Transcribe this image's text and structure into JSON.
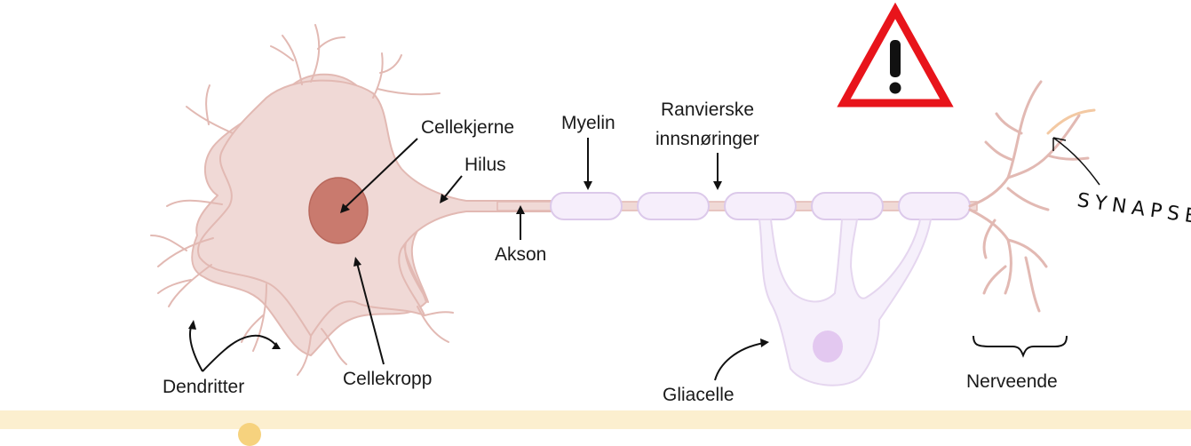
{
  "labels": {
    "cellekjerne": "Cellekjerne",
    "hilus": "Hilus",
    "myelin": "Myelin",
    "ranvierske_1": "Ranvierske",
    "ranvierske_2": "innsnøringer",
    "akson": "Akson",
    "dendritter": "Dendritter",
    "cellekropp": "Cellekropp",
    "gliacelle": "Gliacelle",
    "nerveende": "Nerveende",
    "synapse": "SYNAPSE"
  },
  "icons": {
    "warning": "warning-triangle-icon"
  },
  "colors": {
    "cell_body": "#f0d9d6",
    "cell_outline": "#e2b9b3",
    "nucleus": "#c97a6e",
    "myelin": "#f6eefb",
    "myelin_outline": "#dcc9ea",
    "glia": "#f6f0fb",
    "glia_nucleus": "#e3c8f0",
    "warning_red": "#e8141b",
    "synapse_highlight": "#f3c9a3",
    "bottom_bar": "#fcefcf"
  }
}
